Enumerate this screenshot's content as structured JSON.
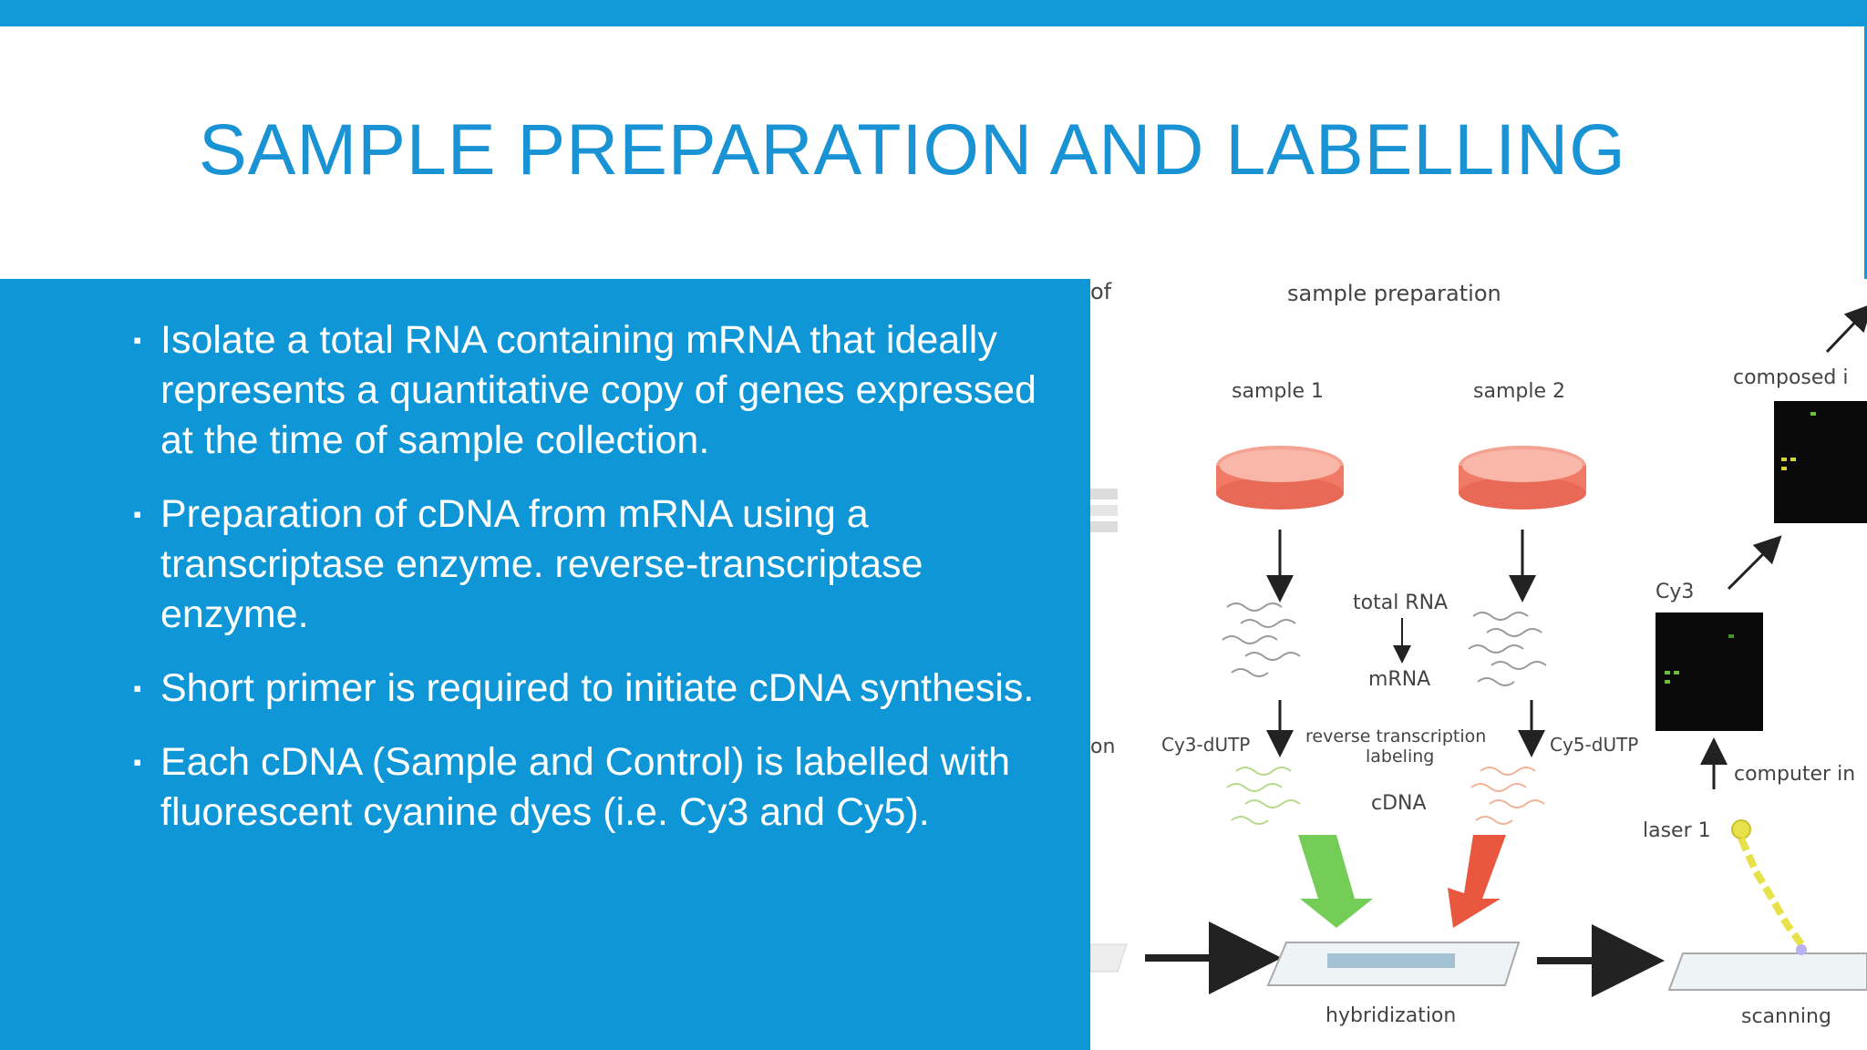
{
  "slide": {
    "title": "SAMPLE PREPARATION AND LABELLING",
    "bullets": [
      "Isolate a total RNA containing mRNA that ideally represents a quantitative copy of genes expressed at the time of sample collection.",
      "Preparation of cDNA from mRNA using a transcriptase enzyme. reverse-transcriptase enzyme.",
      "Short primer is required to initiate cDNA synthesis.",
      "Each cDNA (Sample and Control) is labelled with fluorescent cyanine dyes (i.e. Cy3 and Cy5)."
    ]
  },
  "colors": {
    "accent": "#1199d8",
    "panel": "#0f96d6",
    "title": "#1a93d4",
    "dish": "#f07a66",
    "green_arrow": "#5cc43a",
    "red_arrow": "#e53a1c"
  },
  "figure": {
    "header_fragment": "of",
    "section_label": "sample preparation",
    "sample1": "sample 1",
    "sample2": "sample 2",
    "composed_label": "composed i",
    "cy3_label": "Cy3",
    "total_rna": "total RNA",
    "mrna": "mRNA",
    "left_fragment": "on",
    "cy3_dutp": "Cy3-dUTP",
    "reverse_transcription": "reverse transcription",
    "labeling": "labeling",
    "cy5_dutp": "Cy5-dUTP",
    "cdna": "cDNA",
    "computer_label": "computer in",
    "laser_label": "laser 1",
    "hybridization": "hybridization",
    "scanning": "scanning"
  }
}
